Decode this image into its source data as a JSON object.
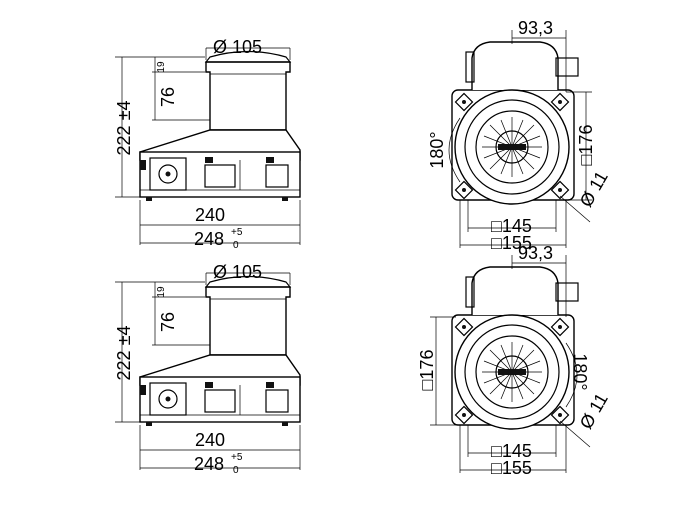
{
  "views": [
    {
      "side": {
        "diameter": "Ø 105",
        "height": "222 ±4",
        "sub_height": "76",
        "sub_small": "19",
        "width_inner": "240",
        "width_outer": "248",
        "tol_upper": "+5",
        "tol_lower": "0"
      },
      "top": {
        "offset": "93,3",
        "square_outer": "□176",
        "angle": "180°",
        "hole": "Ø 11",
        "width_a": "□145",
        "width_b": "□155"
      }
    },
    {
      "side": {
        "diameter": "Ø 105",
        "height": "222 ±4",
        "sub_height": "76",
        "sub_small": "19",
        "width_inner": "240",
        "width_outer": "248",
        "tol_upper": "+5",
        "tol_lower": "0"
      },
      "top": {
        "offset": "93,3",
        "square_outer": "□176",
        "angle": "180°",
        "hole": "Ø 11",
        "width_a": "□145",
        "width_b": "□155"
      }
    }
  ]
}
